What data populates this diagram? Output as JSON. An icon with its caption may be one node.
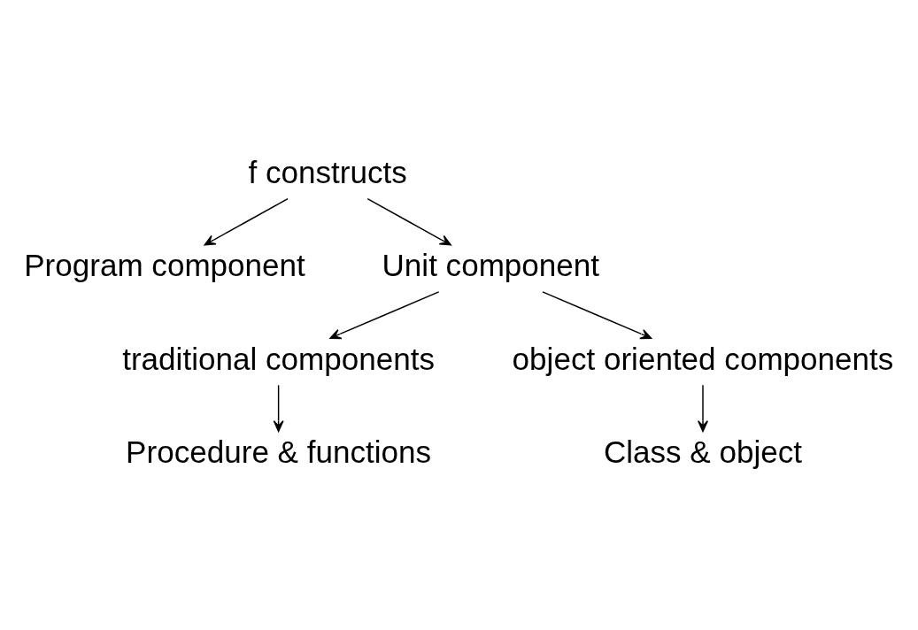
{
  "diagram": {
    "nodes": [
      {
        "text": [
          "f constructs"
        ]
      },
      {
        "text": [
          "Program component"
        ]
      },
      {
        "text": [
          "Unit component"
        ]
      },
      {
        "text": [
          "traditional components"
        ]
      },
      {
        "text": [
          "object oriented components"
        ]
      },
      {
        "text": [
          "Procedure & functions"
        ]
      },
      {
        "text": [
          "Class & object"
        ]
      }
    ],
    "edges": [
      {
        "from": 0,
        "to": 1,
        "arrow": "to"
      },
      {
        "from": 0,
        "to": 2,
        "arrow": "to"
      },
      {
        "from": 2,
        "to": 3,
        "arrow": "to"
      },
      {
        "from": 2,
        "to": 4,
        "arrow": "to"
      },
      {
        "from": 3,
        "to": 5,
        "arrow": "to"
      },
      {
        "from": 4,
        "to": 6,
        "arrow": "to"
      }
    ]
  }
}
